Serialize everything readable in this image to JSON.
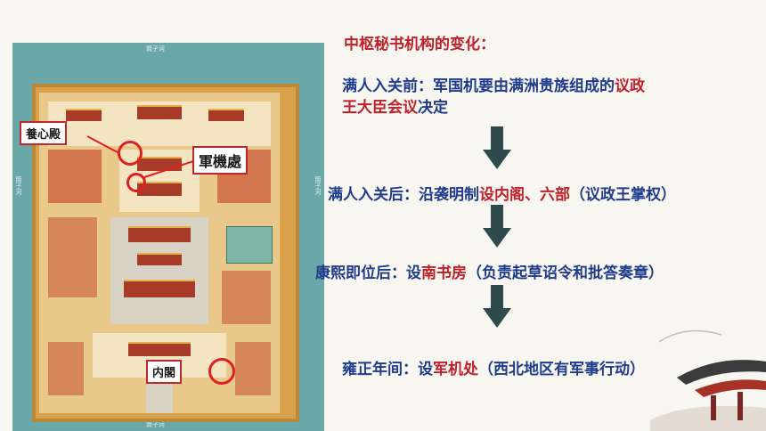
{
  "map": {
    "moat_label": "筒子河",
    "callouts": {
      "yangxin": "養心殿",
      "junji": "軍機處",
      "neige": "内閣"
    }
  },
  "title": "中枢秘书机构的变化：",
  "items": [
    {
      "prefix": "满人入关前：军国机要由满洲贵族组成的",
      "highlight": "议政",
      "line2_hl": "王大臣会议",
      "line2_rest": "决定"
    },
    {
      "prefix": "满人入关后：沿袭明制",
      "highlight": "设内阁、六部",
      "suffix": "（议政王掌权）"
    },
    {
      "prefix": "康熙即位后：设",
      "highlight": "南书房",
      "suffix": "（负责起草诏令和批答奏章）"
    },
    {
      "prefix": "雍正年间：设",
      "highlight": "军机处",
      "suffix": "（西北地区有军事行动）"
    }
  ],
  "colors": {
    "text": "#1f3b8c",
    "highlight": "#c0202a",
    "arrow": "#2f4a4a"
  }
}
